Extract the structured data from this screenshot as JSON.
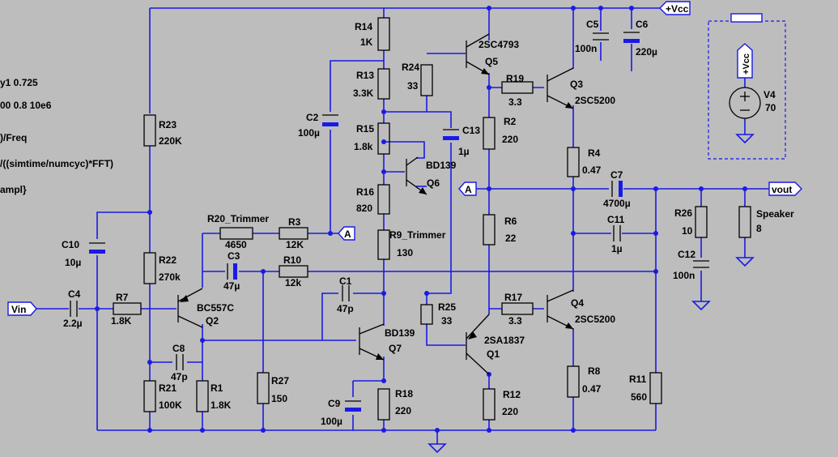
{
  "directives": {
    "d1": "y1 0.725",
    "d2": "00 0.8 10e6",
    "d3": ")/Freq",
    "d4": "/((simtime/numcyc)*FFT)",
    "d5": "ampl}"
  },
  "nets": {
    "vcc": "+Vcc",
    "vin": "Vin",
    "vout": "vout",
    "node_a": "A"
  },
  "components": {
    "R14": {
      "name": "R14",
      "value": "1K"
    },
    "R13": {
      "name": "R13",
      "value": "3.3K"
    },
    "R15": {
      "name": "R15",
      "value": "1.8k"
    },
    "R16": {
      "name": "R16",
      "value": "820"
    },
    "R9": {
      "name": "R9_Trimmer",
      "value": "130"
    },
    "R24": {
      "name": "R24",
      "value": "33"
    },
    "R23": {
      "name": "R23",
      "value": "220K"
    },
    "R22": {
      "name": "R22",
      "value": "270k"
    },
    "R21": {
      "name": "R21",
      "value": "100K"
    },
    "R1": {
      "name": "R1",
      "value": "1.8K"
    },
    "R27": {
      "name": "R27",
      "value": "150"
    },
    "R18": {
      "name": "R18",
      "value": "220"
    },
    "R20": {
      "name": "R20_Trimmer",
      "value": "4650"
    },
    "R3": {
      "name": "R3",
      "value": "12K"
    },
    "R10": {
      "name": "R10",
      "value": "12k"
    },
    "R7": {
      "name": "R7",
      "value": "1.8K"
    },
    "R25": {
      "name": "R25",
      "value": "33"
    },
    "R2": {
      "name": "R2",
      "value": "220"
    },
    "R6": {
      "name": "R6",
      "value": "22"
    },
    "R12": {
      "name": "R12",
      "value": "220"
    },
    "R19": {
      "name": "R19",
      "value": "3.3"
    },
    "R17": {
      "name": "R17",
      "value": "3.3"
    },
    "R4": {
      "name": "R4",
      "value": "0.47"
    },
    "R8": {
      "name": "R8",
      "value": "0.47"
    },
    "R26": {
      "name": "R26",
      "value": "10"
    },
    "R11": {
      "name": "R11",
      "value": "560"
    },
    "C2": {
      "name": "C2",
      "value": "100µ"
    },
    "C13": {
      "name": "C13",
      "value": "1µ"
    },
    "C10": {
      "name": "C10",
      "value": "10µ"
    },
    "C3": {
      "name": "C3",
      "value": "47µ"
    },
    "C4": {
      "name": "C4",
      "value": "2.2µ"
    },
    "C8": {
      "name": "C8",
      "value": "47p"
    },
    "C1": {
      "name": "C1",
      "value": "47p"
    },
    "C9": {
      "name": "C9",
      "value": "100µ"
    },
    "C5": {
      "name": "C5",
      "value": "100n"
    },
    "C6": {
      "name": "C6",
      "value": "220µ"
    },
    "C7": {
      "name": "C7",
      "value": "4700µ"
    },
    "C11": {
      "name": "C11",
      "value": "1µ"
    },
    "C12": {
      "name": "C12",
      "value": "100n"
    },
    "Q5": {
      "name": "Q5",
      "model": "2SC4793"
    },
    "Q3": {
      "name": "Q3",
      "model": "2SC5200"
    },
    "Q6": {
      "name": "Q6",
      "model": "BD139"
    },
    "Q2": {
      "name": "Q2",
      "model": "BC557C"
    },
    "Q7": {
      "name": "Q7",
      "model": "BD139"
    },
    "Q1": {
      "name": "Q1",
      "model": "2SA1837"
    },
    "Q4": {
      "name": "Q4",
      "model": "2SC5200"
    },
    "V4": {
      "name": "V4",
      "value": "70"
    },
    "Speaker": {
      "name": "Speaker",
      "value": "8"
    }
  },
  "colors": {
    "background": "#bdbdbd",
    "wire": "#1a1ae6",
    "component": "#000000"
  }
}
